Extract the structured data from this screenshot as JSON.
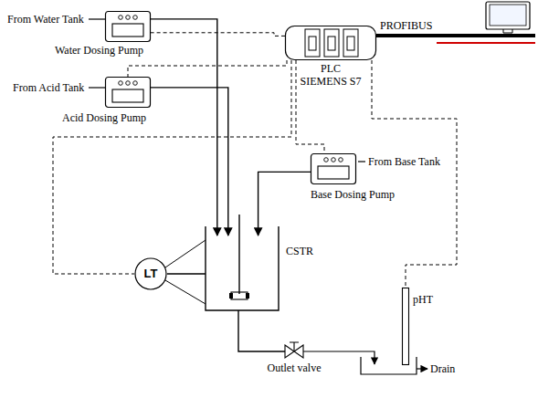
{
  "diagram": {
    "nodes": [
      {
        "text": [
          "PLC SIEMENS S7"
        ]
      },
      {
        "text": [
          "Water Dosing Pump"
        ]
      },
      {
        "text": [
          "Acid Dosing Pump"
        ]
      },
      {
        "text": [
          "Base Dosing Pump"
        ]
      },
      {
        "text": [
          "LT"
        ]
      },
      {
        "text": [
          "CSTR"
        ]
      },
      {
        "text": [
          "Outlet valve"
        ]
      },
      {
        "text": [
          "pHT"
        ]
      }
    ],
    "edges": [
      {
        "from": 0,
        "to": 1,
        "arrow": "none"
      },
      {
        "from": 0,
        "to": 2,
        "arrow": "none"
      },
      {
        "from": 0,
        "to": 3,
        "arrow": "none"
      },
      {
        "from": 0,
        "to": 4,
        "arrow": "none"
      },
      {
        "from": 0,
        "to": 7,
        "arrow": "none"
      },
      {
        "from": 1,
        "to": 5,
        "arrow": "to"
      },
      {
        "from": 2,
        "to": 5,
        "arrow": "to"
      },
      {
        "from": 3,
        "to": 5,
        "arrow": "to"
      },
      {
        "from": 4,
        "to": 5,
        "arrow": "none"
      },
      {
        "from": 5,
        "to": 6,
        "arrow": "none"
      }
    ],
    "labels": [
      "From Water Tank",
      "From Acid Tank",
      "From Base Tank",
      "PROFIBUS",
      "Drain"
    ]
  }
}
